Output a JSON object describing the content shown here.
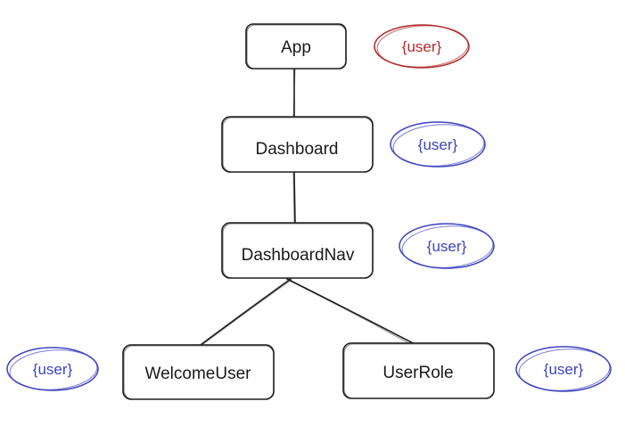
{
  "nodes": {
    "app": {
      "label": "App"
    },
    "dashboard": {
      "label": "Dashboard"
    },
    "dashboard_nav": {
      "label": "DashboardNav"
    },
    "welcome_user": {
      "label": "WelcomeUser"
    },
    "user_role": {
      "label": "UserRole"
    }
  },
  "badges": {
    "app": {
      "label": "{user}",
      "color": "#b12a2a"
    },
    "dashboard": {
      "label": "{user}",
      "color": "#3d43c0"
    },
    "dashboard_nav": {
      "label": "{user}",
      "color": "#3d43c0"
    },
    "welcome_user": {
      "label": "{user}",
      "color": "#3d43c0"
    },
    "user_role": {
      "label": "{user}",
      "color": "#3d43c0"
    }
  }
}
